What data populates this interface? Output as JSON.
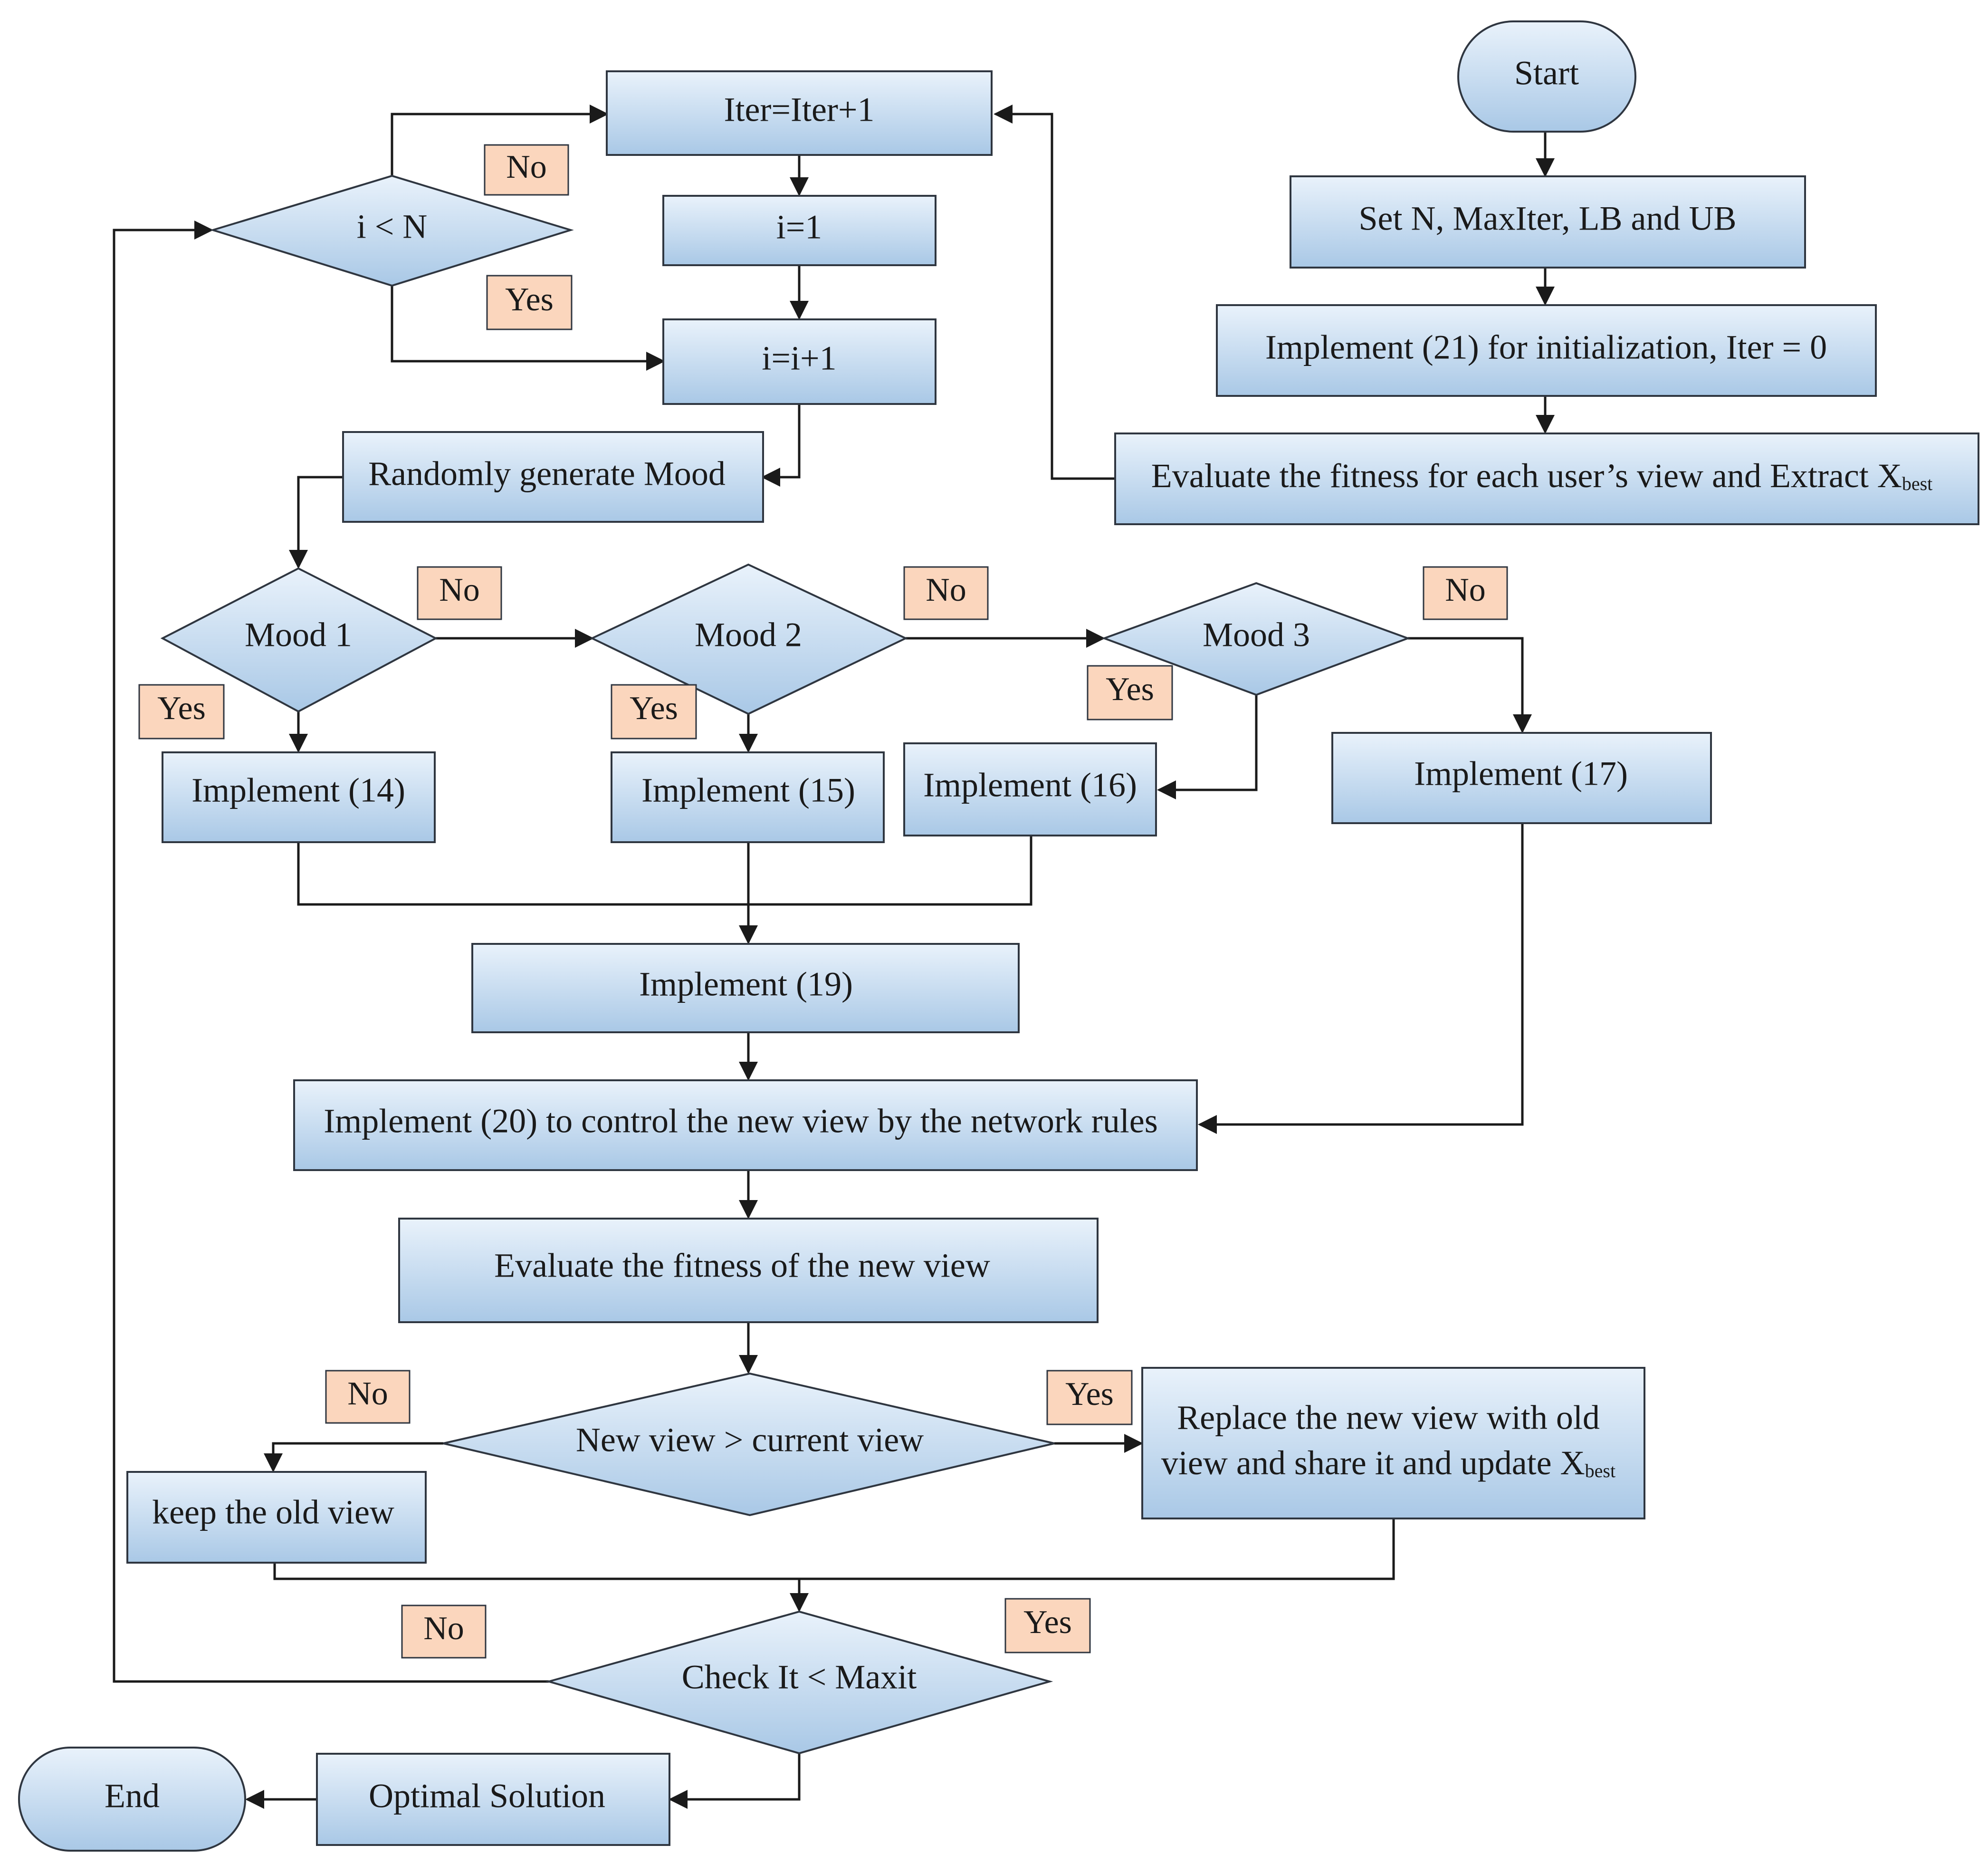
{
  "nodes": {
    "start": "Start",
    "set_params": "Set N, MaxIter, LB and UB",
    "init": "Implement (21) for initialization, Iter = 0",
    "evaluate_initial": {
      "text": "Evaluate the fitness for each user’s view and Extract X",
      "subscript": "best"
    },
    "iter_increment": "Iter=Iter+1",
    "i_reset": "i=1",
    "i_increment": "i=i+1",
    "check_i": "i < N",
    "random_mood": "Randomly generate Mood",
    "mood1": "Mood 1",
    "mood2": "Mood 2",
    "mood3": "Mood 3",
    "impl14": "Implement (14)",
    "impl15": "Implement (15)",
    "impl16": "Implement (16)",
    "impl17": "Implement (17)",
    "impl19": "Implement (19)",
    "impl20": "Implement (20) to control the new view by the network rules",
    "evaluate_new": "Evaluate the fitness of the new view",
    "compare": "New view > current view",
    "keep_old": "keep the old view",
    "replace": {
      "line1": "Replace the new view with old",
      "line2": "view and share it and update X",
      "subscript": "best"
    },
    "check_iter": "Check It < Maxit",
    "optimal": "Optimal Solution",
    "end": "End"
  },
  "labels": {
    "i_check_no": "No",
    "i_check_yes": "Yes",
    "mood1_no": "No",
    "mood1_yes": "Yes",
    "mood2_no": "No",
    "mood2_yes": "Yes",
    "mood3_no": "No",
    "mood3_yes": "Yes",
    "compare_no": "No",
    "compare_yes": "Yes",
    "iter_no": "No",
    "iter_yes": "Yes"
  },
  "colors": {
    "node_fill_top": "#e9f2fb",
    "node_fill_bottom": "#a9c8e6",
    "label_fill": "#fbd6bd",
    "stroke": "#2f3640"
  }
}
